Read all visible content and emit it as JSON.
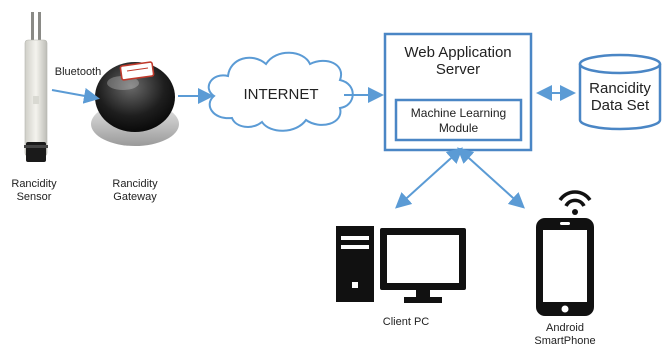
{
  "sensor": {
    "line1": "Rancidity",
    "line2": "Sensor"
  },
  "link_label": "Bluetooth",
  "gateway": {
    "line1": "Rancidity",
    "line2": "Gateway"
  },
  "cloud": {
    "label": "INTERNET"
  },
  "server": {
    "line1": "Web Application",
    "line2": "Server"
  },
  "ml_module": {
    "line1": "Machine Learning",
    "line2": "Module"
  },
  "dataset": {
    "line1": "Rancidity",
    "line2": "Data Set"
  },
  "client_pc": {
    "label": "Client PC"
  },
  "smartphone": {
    "line1": "Android",
    "line2": "SmartPhone"
  },
  "colors": {
    "arrow": "#5b9bd5",
    "box_border": "#4a86c5",
    "icon": "#111111"
  }
}
